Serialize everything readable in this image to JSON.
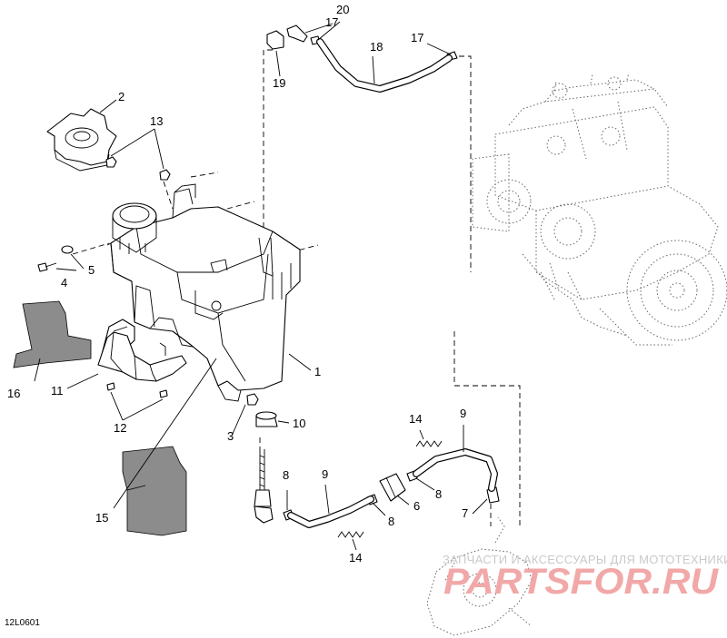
{
  "diagram": {
    "code": "12L0601",
    "callouts": [
      {
        "id": "c1",
        "label": "1"
      },
      {
        "id": "c2",
        "label": "2"
      },
      {
        "id": "c3",
        "label": "3"
      },
      {
        "id": "c4",
        "label": "4"
      },
      {
        "id": "c5",
        "label": "5"
      },
      {
        "id": "c6",
        "label": "6"
      },
      {
        "id": "c7",
        "label": "7"
      },
      {
        "id": "c8a",
        "label": "8"
      },
      {
        "id": "c8b",
        "label": "8"
      },
      {
        "id": "c8c",
        "label": "8"
      },
      {
        "id": "c9a",
        "label": "9"
      },
      {
        "id": "c9b",
        "label": "9"
      },
      {
        "id": "c10",
        "label": "10"
      },
      {
        "id": "c11",
        "label": "11"
      },
      {
        "id": "c12",
        "label": "12"
      },
      {
        "id": "c13",
        "label": "13"
      },
      {
        "id": "c14a",
        "label": "14"
      },
      {
        "id": "c14b",
        "label": "14"
      },
      {
        "id": "c15",
        "label": "15"
      },
      {
        "id": "c16",
        "label": "16"
      },
      {
        "id": "c17a",
        "label": "17"
      },
      {
        "id": "c17b",
        "label": "17"
      },
      {
        "id": "c18",
        "label": "18"
      },
      {
        "id": "c19",
        "label": "19"
      },
      {
        "id": "c20",
        "label": "20"
      }
    ]
  },
  "watermark": {
    "tagline": "ЗАПЧАСТИ И АКСЕССУАРЫ ДЛЯ МОТОТЕХНИКИ",
    "logo": "PARTSFOR.RU"
  }
}
